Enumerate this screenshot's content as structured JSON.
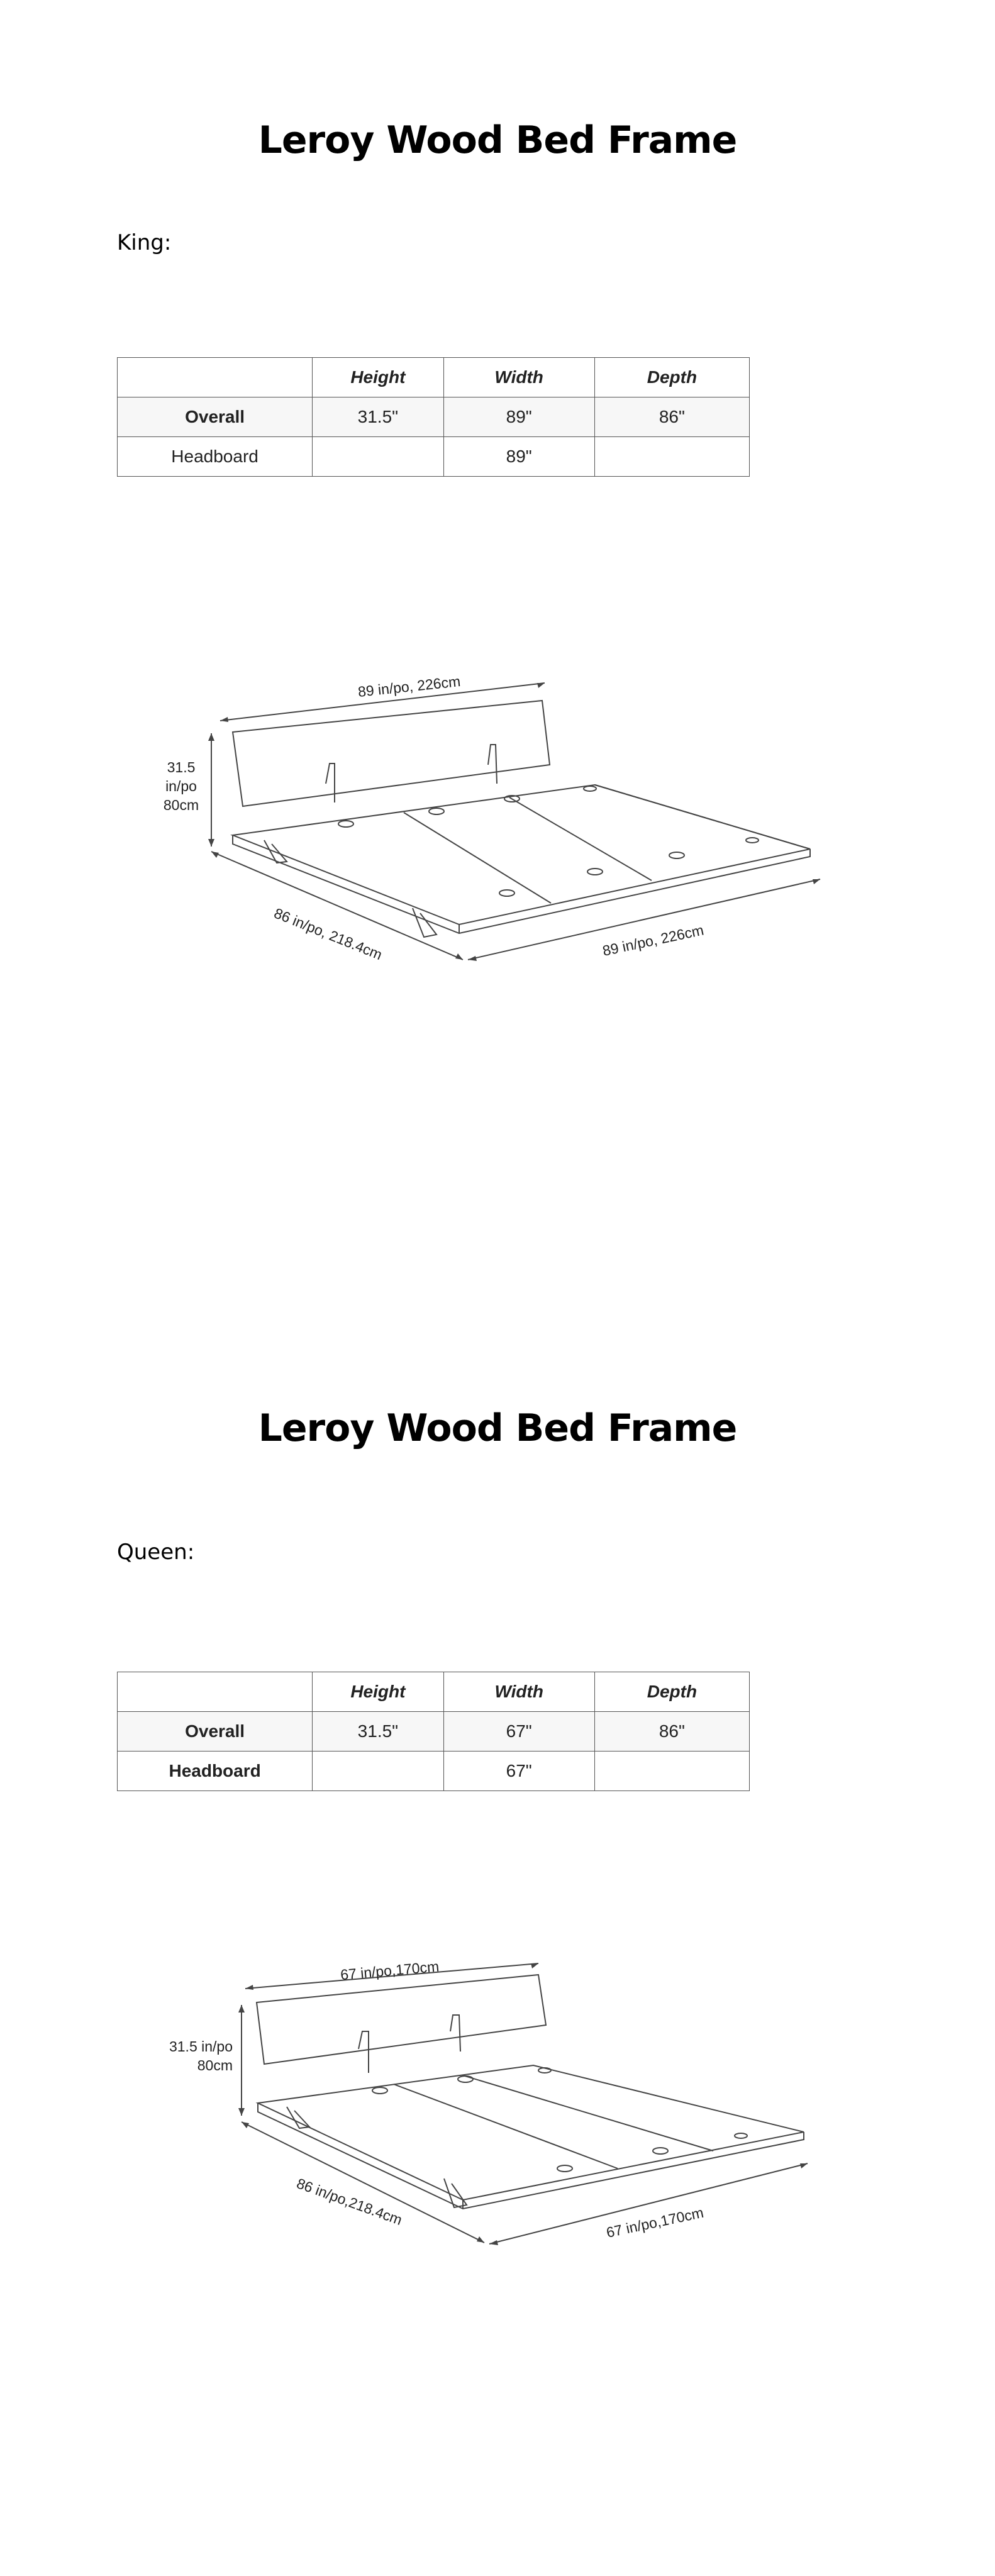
{
  "king": {
    "title": "Leroy Wood Bed Frame",
    "size_label": "King:",
    "table": {
      "columns": [
        "",
        "Height",
        "Width",
        "Depth"
      ],
      "rows": [
        {
          "label": "Overall",
          "height": "31.5\"",
          "width": "89\"",
          "depth": "86\""
        },
        {
          "label": "Headboard",
          "height": "",
          "width": "89\"",
          "depth": ""
        }
      ]
    },
    "diagram": {
      "headboard_width": "89 in/po, 226cm",
      "height_line1": "31.5",
      "height_line2": "in/po",
      "height_line3": "80cm",
      "depth": "86 in/po, 218.4cm",
      "front_width": "89 in/po, 226cm"
    }
  },
  "queen": {
    "title": "Leroy Wood Bed Frame",
    "size_label": "Queen:",
    "table": {
      "columns": [
        "",
        "Height",
        "Width",
        "Depth"
      ],
      "rows": [
        {
          "label": "Overall",
          "height": "31.5\"",
          "width": "67\"",
          "depth": "86\""
        },
        {
          "label": "Headboard",
          "height": "",
          "width": "67\"",
          "depth": ""
        }
      ]
    },
    "diagram": {
      "headboard_width": "67 in/po,170cm",
      "height_line1": "31.5 in/po",
      "height_line2": "80cm",
      "depth": "86 in/po,218.4cm",
      "front_width": "67 in/po,170cm"
    }
  }
}
